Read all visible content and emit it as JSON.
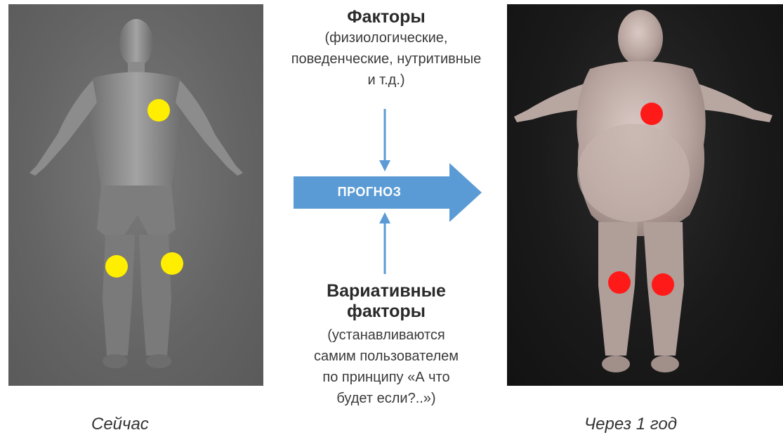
{
  "factors": {
    "title": "Факторы",
    "line1": "(физиологические,",
    "line2": "поведенческие, нутритивные",
    "line3": "и т.д.)"
  },
  "variative": {
    "title1": "Вариативные",
    "title2": "факторы",
    "line1": "(устанавливаются",
    "line2": "самим пользователем",
    "line3": "по принципу «А что",
    "line4": "будет если?..»)"
  },
  "arrow": {
    "label": "ПРОГНОЗ",
    "color": "#5b9bd5"
  },
  "captions": {
    "now": "Сейчас",
    "later": "Через 1 год"
  },
  "markers": {
    "now_color": "#ffee00",
    "later_color": "#ff1a1a"
  }
}
